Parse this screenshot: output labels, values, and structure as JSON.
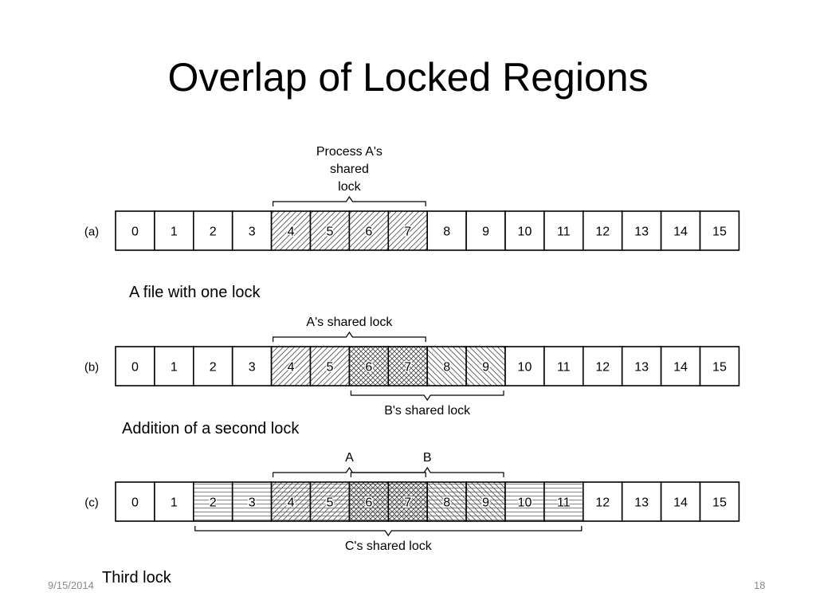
{
  "title": "Overlap of Locked Regions",
  "byte_count": 16,
  "rows": [
    {
      "label": "(a)",
      "caption": "A file with one lock",
      "cell_fill": [
        "",
        "",
        "",
        "",
        "fwd",
        "fwd",
        "fwd",
        "fwd",
        "",
        "",
        "",
        "",
        "",
        "",
        "",
        ""
      ],
      "brackets": [
        {
          "label_lines": [
            "Process A's",
            "shared",
            "lock"
          ],
          "from": 4,
          "to": 7,
          "side": "above"
        }
      ]
    },
    {
      "label": "(b)",
      "caption": "Addition of a second lock",
      "cell_fill": [
        "",
        "",
        "",
        "",
        "fwd",
        "fwd",
        "cross",
        "cross",
        "back",
        "back",
        "",
        "",
        "",
        "",
        "",
        ""
      ],
      "brackets": [
        {
          "label_lines": [
            "A's shared lock"
          ],
          "from": 4,
          "to": 7,
          "side": "above"
        },
        {
          "label_lines": [
            "B's shared lock"
          ],
          "from": 6,
          "to": 9,
          "side": "below"
        }
      ]
    },
    {
      "label": "(c)",
      "caption": "Third lock",
      "cell_fill": [
        "",
        "",
        "horiz",
        "horiz",
        "fwd-horiz",
        "fwd-horiz",
        "cross-horiz",
        "cross-horiz",
        "back-horiz",
        "back-horiz",
        "horiz",
        "horiz",
        "",
        "",
        "",
        ""
      ],
      "brackets": [
        {
          "label_lines": [
            "A"
          ],
          "from": 4,
          "to": 7,
          "side": "above"
        },
        {
          "label_lines": [
            "B"
          ],
          "from": 6,
          "to": 9,
          "side": "above"
        },
        {
          "label_lines": [
            "C's shared lock"
          ],
          "from": 2,
          "to": 11,
          "side": "below"
        }
      ]
    }
  ],
  "footer": {
    "date": "9/15/2014",
    "page": "18"
  }
}
